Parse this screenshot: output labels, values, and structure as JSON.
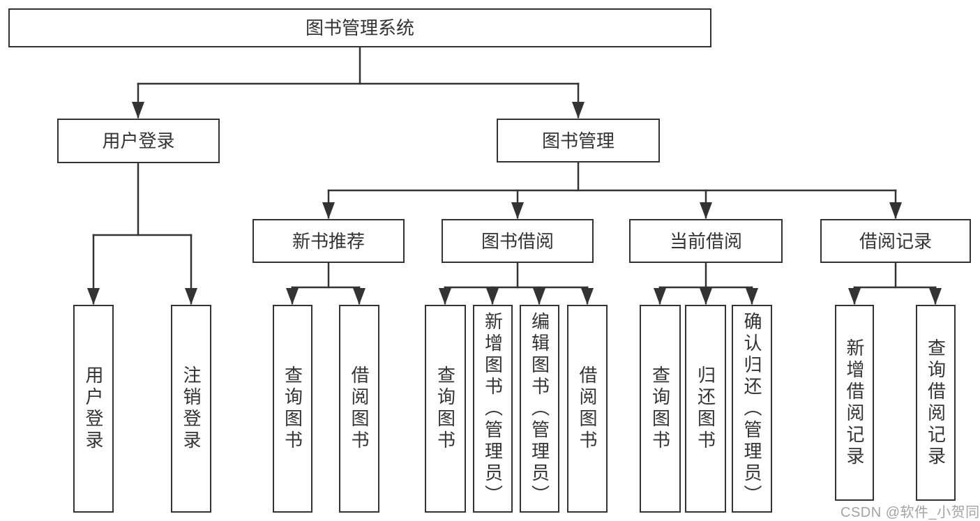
{
  "diagram": {
    "title": "图书管理系统",
    "watermark": "CSDN @软件_小贺同学",
    "colors": {
      "line": "#333333",
      "box_border": "#333333",
      "text": "#333333",
      "watermark": "#a3a3a3",
      "background": "#ffffff"
    },
    "root": {
      "label": "图书管理系统"
    },
    "branches": [
      {
        "label": "用户登录",
        "children": [
          {
            "label": "用户登录"
          },
          {
            "label": "注销登录"
          }
        ]
      },
      {
        "label": "图书管理",
        "children": [
          {
            "label": "新书推荐",
            "children": [
              {
                "label": "查询图书"
              },
              {
                "label": "借阅图书"
              }
            ]
          },
          {
            "label": "图书借阅",
            "children": [
              {
                "label": "查询图书"
              },
              {
                "label": "新增图书（管理员）"
              },
              {
                "label": "编辑图书（管理员）"
              },
              {
                "label": "借阅图书"
              }
            ]
          },
          {
            "label": "当前借阅",
            "children": [
              {
                "label": "查询图书"
              },
              {
                "label": "归还图书"
              },
              {
                "label": "确认归还（管理员）"
              }
            ]
          },
          {
            "label": "借阅记录",
            "children": [
              {
                "label": "新增借阅记录"
              },
              {
                "label": "查询借阅记录"
              }
            ]
          }
        ]
      }
    ]
  }
}
